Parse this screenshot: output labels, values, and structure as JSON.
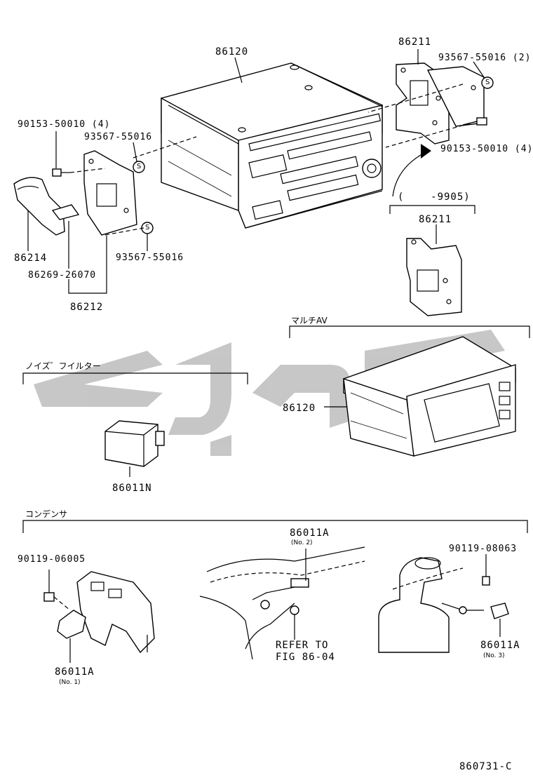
{
  "sections": {
    "noise_filter": "ノイズ゛フイルター",
    "multi_av": "マルチAV",
    "condenser": "コンデンサ"
  },
  "parts": {
    "radio_main": "86120",
    "bracket_rh": "86211",
    "screw_rh_2": "93567-55016 (2)",
    "bolt_rh_4": "90153-50010 (4)",
    "bolt_lh_4": "90153-50010 (4)",
    "screw_lh_upper": "93567-55016",
    "bracket_lh_outer": "86214",
    "plate_lh": "86269-26070",
    "screw_lh_lower": "93567-55016",
    "bracket_lh_assy": "86212",
    "period_range": "(    -9905)",
    "bracket_rh_old": "86211",
    "radio_multi_av": "86120",
    "noise_filter_part": "86011N",
    "screw_cond_1": "90119-06005",
    "cond_no1": "86011A",
    "cond_no1_note": "(No. 1)",
    "cond_no2": "86011A",
    "cond_no2_note": "(No. 2)",
    "refer_line1": "REFER TO",
    "refer_line2": "FIG 86-04",
    "screw_cond_3": "90119-08063",
    "cond_no3": "86011A",
    "cond_no3_note": "(No. 3)",
    "figure_id": "860731-C"
  },
  "icons": {
    "screw_mark": "S"
  }
}
